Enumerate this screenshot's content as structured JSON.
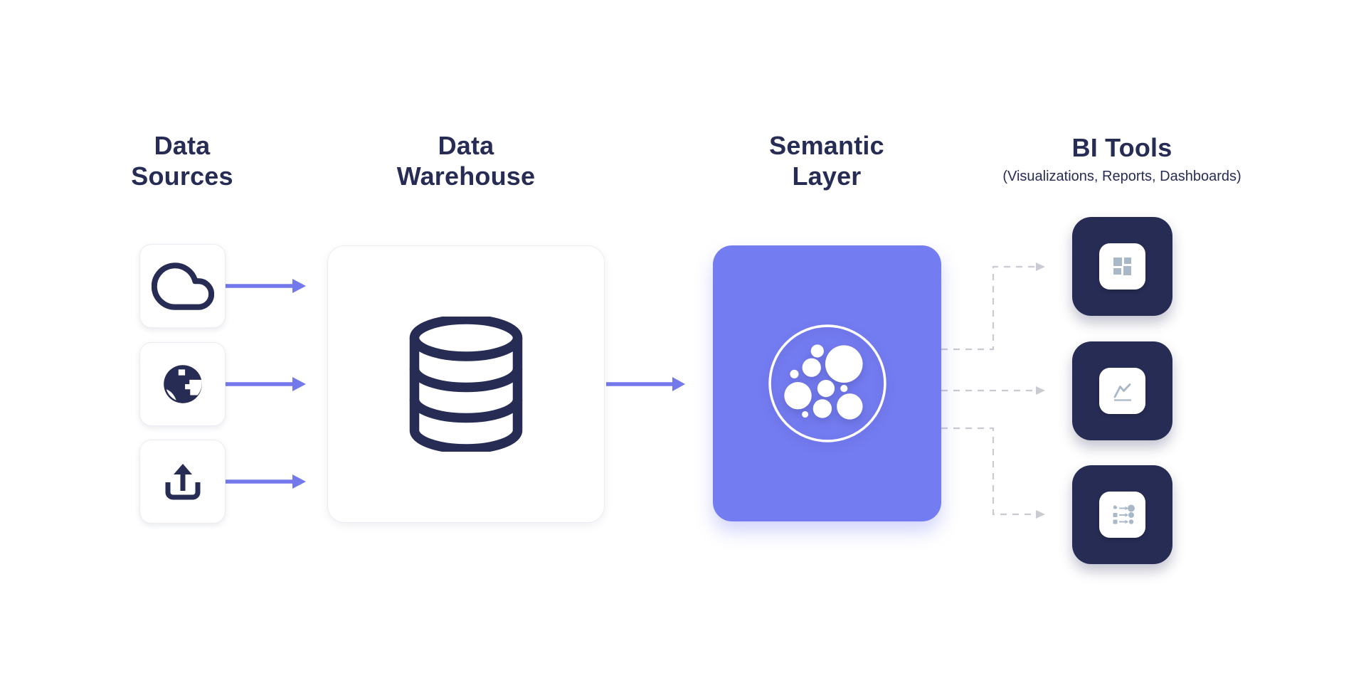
{
  "diagram": {
    "columns": {
      "data_sources": {
        "title_lines": [
          "Data",
          "Sources"
        ],
        "items": [
          {
            "icon": "cloud-icon"
          },
          {
            "icon": "globe-icon"
          },
          {
            "icon": "upload-icon"
          }
        ]
      },
      "data_warehouse": {
        "title_lines": [
          "Data",
          "Warehouse"
        ],
        "icon": "database-icon"
      },
      "semantic_layer": {
        "title_lines": [
          "Semantic",
          "Layer"
        ],
        "icon": "bubble-cluster-icon"
      },
      "bi_tools": {
        "title": "BI Tools",
        "subtitle": "(Visualizations, Reports, Dashboards)",
        "items": [
          {
            "icon": "dashboard-grid-icon"
          },
          {
            "icon": "line-chart-icon"
          },
          {
            "icon": "flow-mapping-icon"
          }
        ]
      }
    },
    "connections": [
      {
        "from": "cloud-source",
        "to": "data-warehouse",
        "style": "solid"
      },
      {
        "from": "globe-source",
        "to": "data-warehouse",
        "style": "solid"
      },
      {
        "from": "upload-source",
        "to": "data-warehouse",
        "style": "solid"
      },
      {
        "from": "data-warehouse",
        "to": "semantic-layer",
        "style": "solid"
      },
      {
        "from": "semantic-layer",
        "to": "bi-tool-1",
        "style": "dashed"
      },
      {
        "from": "semantic-layer",
        "to": "bi-tool-2",
        "style": "dashed"
      },
      {
        "from": "semantic-layer",
        "to": "bi-tool-3",
        "style": "dashed"
      }
    ],
    "colors": {
      "navy": "#272C55",
      "purple": "#747CF2",
      "arrow_purple": "#7379EB",
      "dashed_gray": "#C8CBD2",
      "icon_slate": "#A9B8C7",
      "card_border": "#EBECF1",
      "background": "#FFFFFF"
    }
  }
}
